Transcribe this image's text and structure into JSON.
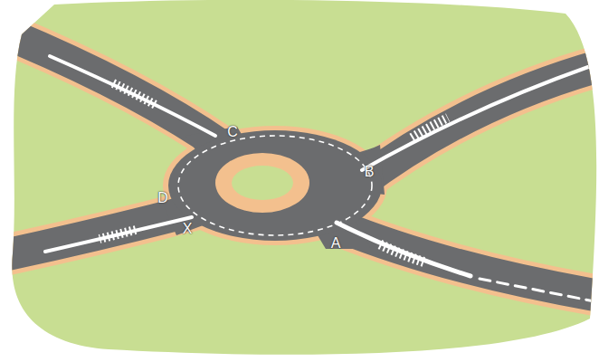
{
  "diagram": {
    "labels": [
      "C",
      "B",
      "D",
      "X",
      "A"
    ]
  }
}
